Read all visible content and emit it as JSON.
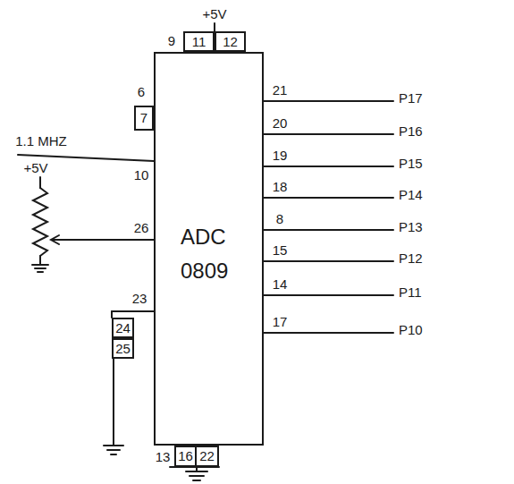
{
  "diagram": {
    "nodes": [
      {
        "text": [
          "ADC 0809"
        ]
      },
      {
        "text": [
          "11"
        ]
      },
      {
        "text": [
          "12"
        ]
      },
      {
        "text": [
          "7"
        ]
      },
      {
        "text": [
          "24"
        ]
      },
      {
        "text": [
          "25"
        ]
      },
      {
        "text": [
          "16"
        ]
      },
      {
        "text": [
          "22"
        ]
      }
    ],
    "labels": [
      "+5V",
      "9",
      "6",
      "1.1 MHZ",
      "10",
      "+5V",
      "26",
      "23",
      "13",
      "21",
      "20",
      "19",
      "18",
      "8",
      "15",
      "14",
      "17",
      "P17",
      "P16",
      "P15",
      "P14",
      "P13",
      "P12",
      "P11",
      "P10"
    ]
  }
}
